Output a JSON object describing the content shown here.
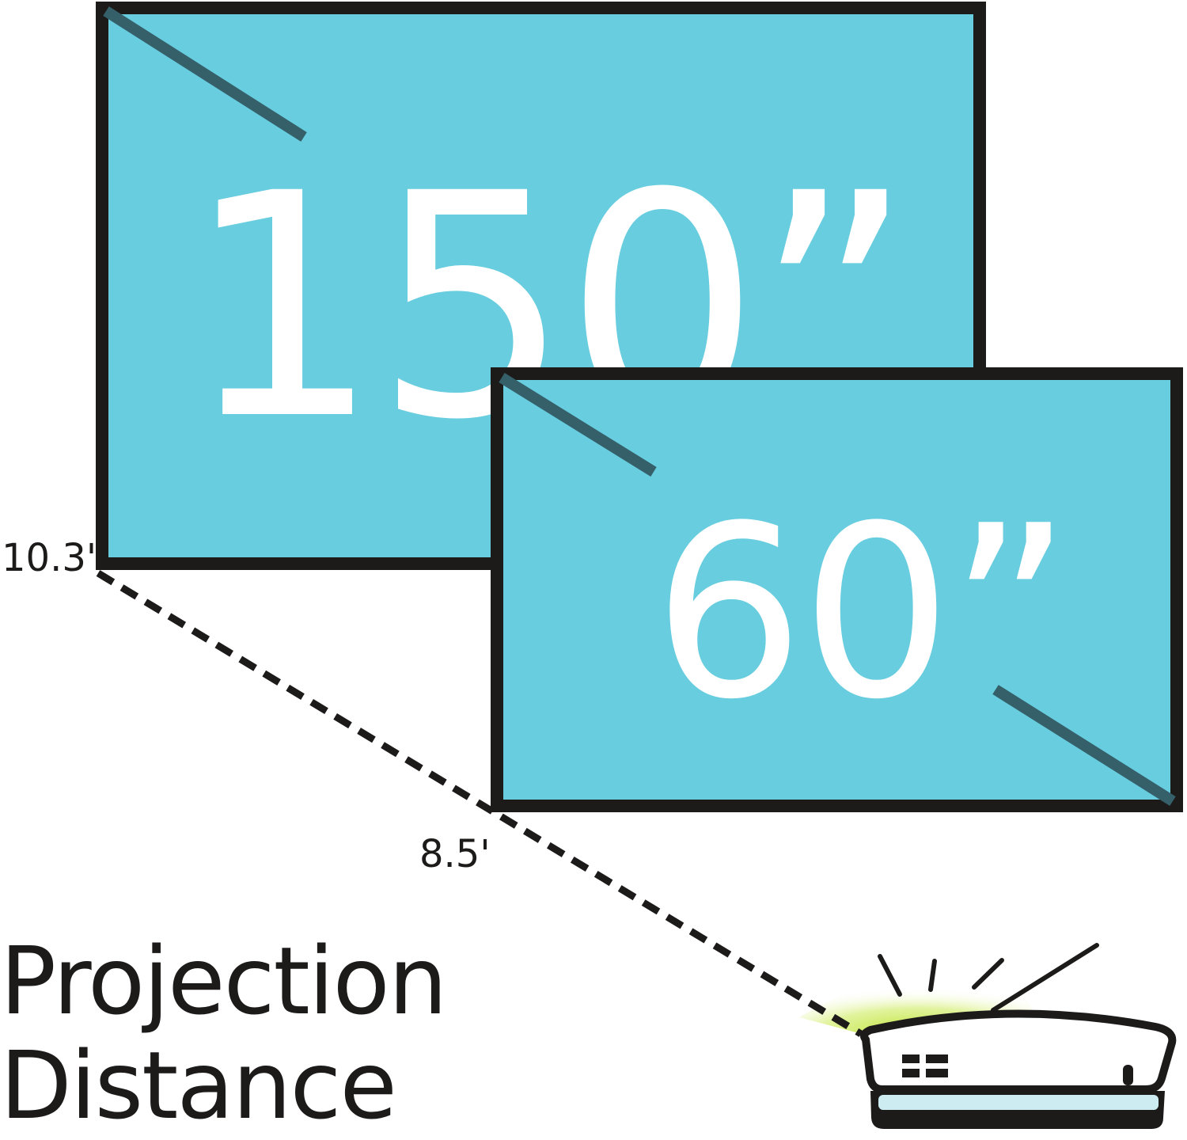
{
  "screens": {
    "large": {
      "size_label": "150”",
      "distance_label": "10.3'"
    },
    "small": {
      "size_label": "60”",
      "distance_label": "8.5'"
    }
  },
  "caption": {
    "line1": "Projection",
    "line2": "Distance"
  },
  "colors": {
    "screen_fill": "#67cddf",
    "frame": "#1d1a1a",
    "glare": "#35606a",
    "glow": "#b9e22a"
  },
  "icons": {
    "projector": "projector-icon"
  }
}
